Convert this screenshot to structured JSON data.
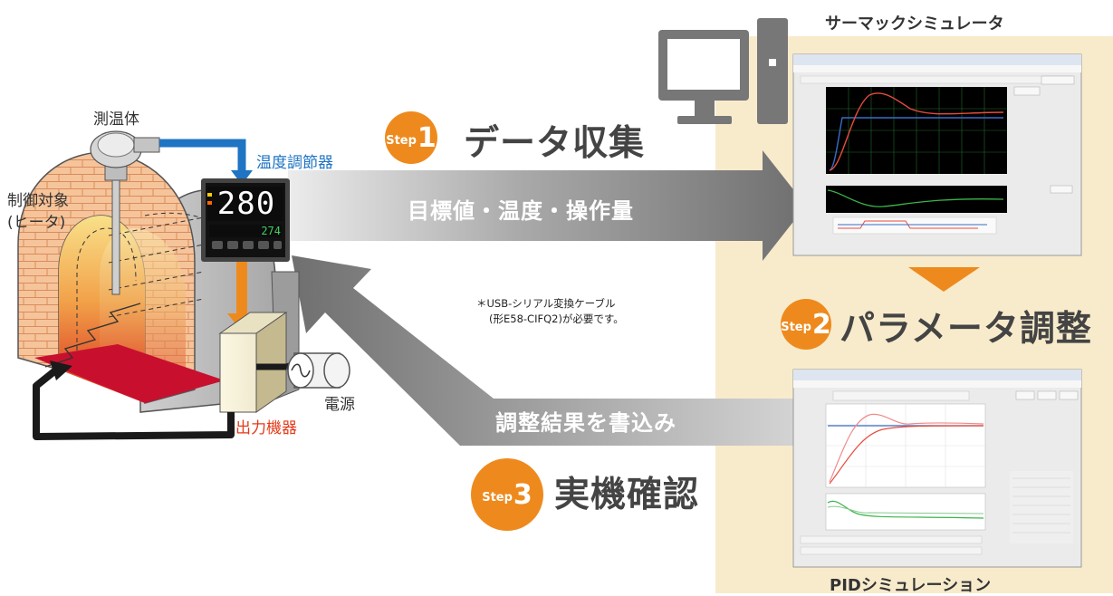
{
  "labels": {
    "sensor": "測温体",
    "controller": "温度調節器",
    "controlled_object_line1": "制御対象",
    "controlled_object_line2": "(ヒータ)",
    "output_device": "出力機器",
    "power_source": "電源"
  },
  "controller_display": {
    "pv": "280",
    "sv": "274"
  },
  "steps": [
    {
      "badge": "Step",
      "number": "1",
      "title": "データ収集"
    },
    {
      "badge": "Step",
      "number": "2",
      "title": "パラメータ調整"
    },
    {
      "badge": "Step",
      "number": "3",
      "title": "実機確認"
    }
  ],
  "arrows": {
    "data_flow": "目標値・温度・操作量",
    "write_back": "調整結果を書込み"
  },
  "captions": {
    "top_screen": "サーマックシミュレータ",
    "bottom_screen": "PIDシミュレーション"
  },
  "note": {
    "line1": "＊USB-シリアル変換ケーブル",
    "line2": "(形E58-CIFQ2)が必要です。"
  },
  "colors": {
    "accent_orange": "#ee8a1d",
    "signal_blue": "#1f74c4",
    "output_red": "#e53a1a",
    "panel_beige": "#f8ebcc",
    "arrow_gray": "#8d8d8d"
  }
}
